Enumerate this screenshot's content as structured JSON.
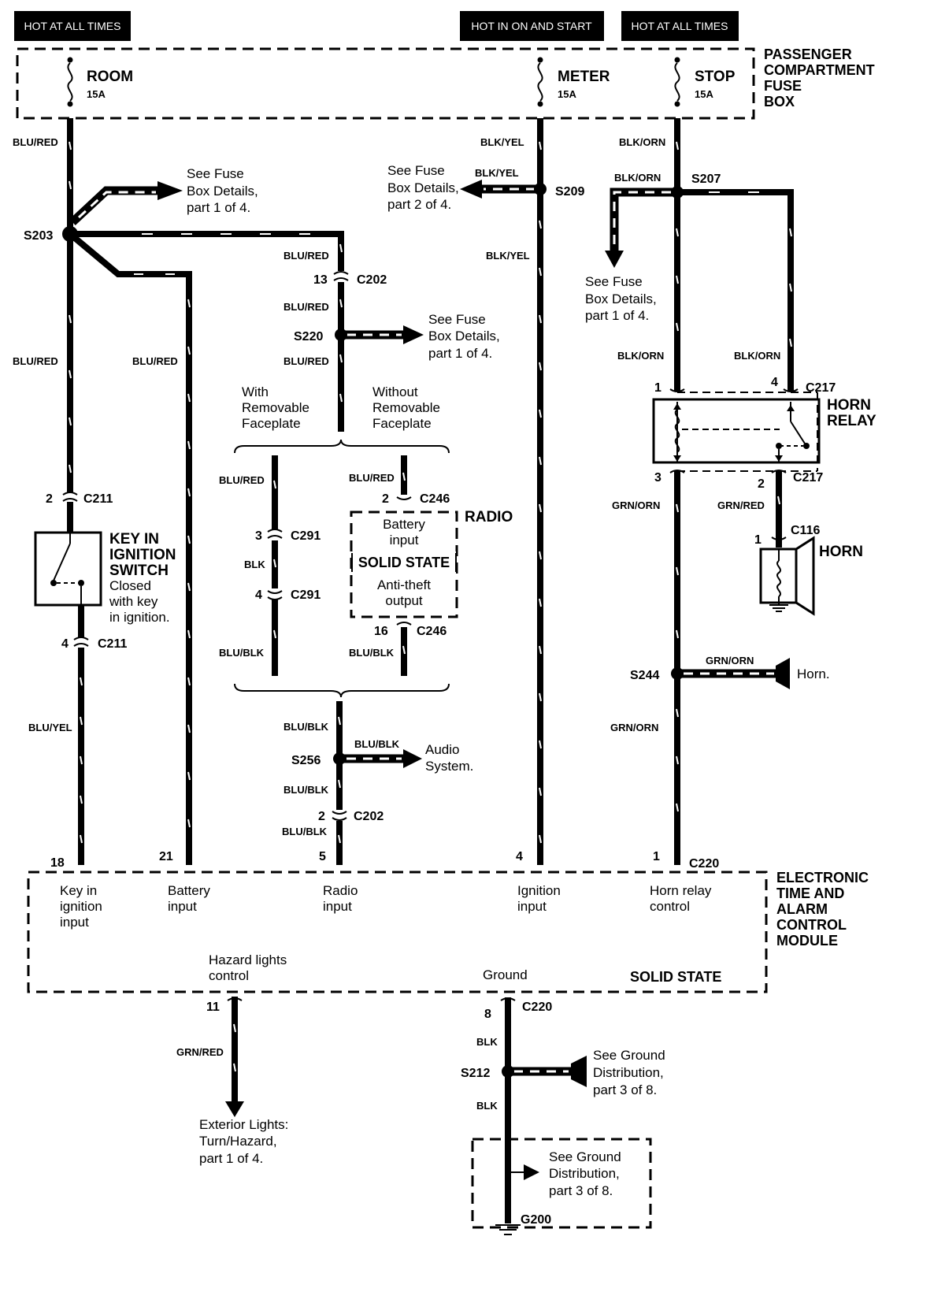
{
  "headers": {
    "hot_left": "HOT AT ALL TIMES",
    "hot_mid": "HOT IN ON AND START",
    "hot_right": "HOT AT ALL TIMES"
  },
  "fuse_box": {
    "title_l1": "PASSENGER",
    "title_l2": "COMPARTMENT",
    "title_l3": "FUSE",
    "title_l4": "BOX",
    "fuses": [
      {
        "name": "ROOM",
        "rating": "15A"
      },
      {
        "name": "METER",
        "rating": "15A"
      },
      {
        "name": "STOP",
        "rating": "15A"
      }
    ]
  },
  "wires": {
    "blu_red": "BLU/RED",
    "blk_yel": "BLK/YEL",
    "blk_orn": "BLK/ORN",
    "grn_orn": "GRN/ORN",
    "grn_red": "GRN/RED",
    "blu_yel": "BLU/YEL",
    "blu_blk": "BLU/BLK",
    "blk": "BLK"
  },
  "splices": {
    "s203": "S203",
    "s209": "S209",
    "s207": "S207",
    "s220": "S220",
    "s244": "S244",
    "s256": "S256",
    "s212": "S212"
  },
  "connectors": {
    "c202": "C202",
    "c211": "C211",
    "c291": "C291",
    "c246": "C246",
    "c217": "C217",
    "c116": "C116",
    "c220": "C220",
    "g200": "G200"
  },
  "pins": {
    "p13": "13",
    "p2": "2",
    "p3": "3",
    "p4": "4",
    "p16": "16",
    "p1": "1",
    "p18": "18",
    "p21": "21",
    "p5": "5",
    "p11": "11",
    "p8": "8"
  },
  "refs": {
    "fuse_1of4": [
      "See Fuse",
      "Box Details,",
      "part 1 of 4."
    ],
    "fuse_2of4": [
      "See Fuse",
      "Box Details,",
      "part 2 of 4."
    ],
    "ground_3of8": [
      "See Ground",
      "Distribution,",
      "part 3 of 8."
    ],
    "audio": [
      "Audio",
      "System."
    ],
    "horn_ref": "Horn.",
    "exterior": [
      "Exterior Lights:",
      "Turn/Hazard,",
      "part 1 of 4."
    ]
  },
  "faceplate": {
    "with": [
      "With",
      "Removable",
      "Faceplate"
    ],
    "without": [
      "Without",
      "Removable",
      "Faceplate"
    ]
  },
  "radio": {
    "title": "RADIO",
    "battery": [
      "Battery",
      "input"
    ],
    "solid_state": "SOLID STATE",
    "antitheft": [
      "Anti-theft",
      "output"
    ]
  },
  "key_switch": {
    "title": [
      "KEY IN",
      "IGNITION",
      "SWITCH"
    ],
    "note": [
      "Closed",
      "with key",
      "in ignition."
    ]
  },
  "horn_relay": {
    "title": [
      "HORN",
      "RELAY"
    ]
  },
  "horn": {
    "title": "HORN"
  },
  "module": {
    "title": [
      "ELECTRONIC",
      "TIME AND",
      "ALARM",
      "CONTROL",
      "MODULE"
    ],
    "inputs": {
      "key": [
        "Key in",
        "ignition",
        "input"
      ],
      "battery": [
        "Battery",
        "input"
      ],
      "radio": [
        "Radio",
        "input"
      ],
      "ignition": [
        "Ignition",
        "input"
      ],
      "horn": [
        "Horn relay",
        "control"
      ]
    },
    "hazard": [
      "Hazard lights",
      "control"
    ],
    "ground": "Ground",
    "solid_state": "SOLID STATE"
  }
}
